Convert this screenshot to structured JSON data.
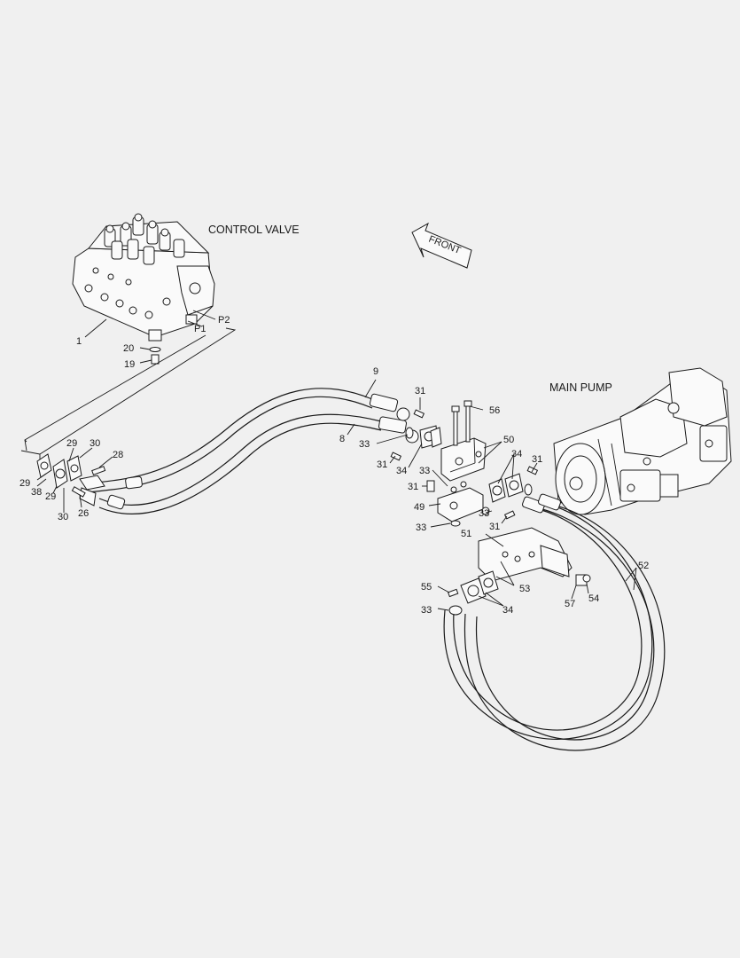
{
  "titles": {
    "control_valve": "CONTROL VALVE",
    "main_pump": "MAIN PUMP",
    "front": "FRONT"
  },
  "ports": {
    "p1": "P1",
    "p2": "P2"
  },
  "callouts": {
    "c1": "1",
    "c20": "20",
    "c19": "19",
    "c9": "9",
    "c8": "8",
    "c29a": "29",
    "c30a": "30",
    "c28": "28",
    "c29b": "29",
    "c38": "38",
    "c29c": "29",
    "c30b": "30",
    "c26": "26",
    "c31a": "31",
    "c56": "56",
    "c50": "50",
    "c33a": "33",
    "c31b": "31",
    "c34a": "34",
    "c33b": "33",
    "c31c": "31",
    "c49": "49",
    "c33c": "33",
    "c34b": "34",
    "c31d": "31",
    "c33d": "33",
    "c31e": "31",
    "c51": "51",
    "c52": "52",
    "c53": "53",
    "c55": "55",
    "c33e": "33",
    "c34c": "34",
    "c57": "57",
    "c54": "54"
  },
  "colors": {
    "ink": "#1a1a1a",
    "background": "#f0f0f0"
  }
}
